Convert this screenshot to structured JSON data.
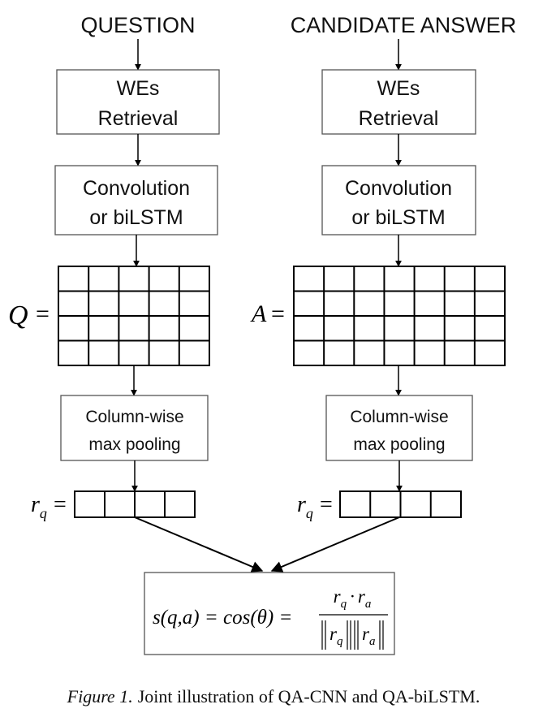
{
  "diagram": {
    "question_header": "QUESTION",
    "answer_header": "CANDIDATE ANSWER",
    "q_branch": {
      "retrieval_line1": "WEs",
      "retrieval_line2": "Retrieval",
      "encoder_line1": "Convolution",
      "encoder_line2": "or biLSTM",
      "matrix_label": "Q",
      "matrix_rows": 4,
      "matrix_cols": 5,
      "pooling_line1": "Column-wise",
      "pooling_line2": "max pooling",
      "vector_label": "r",
      "vector_subscript": "q",
      "vector_cells": 4
    },
    "a_branch": {
      "retrieval_line1": "WEs",
      "retrieval_line2": "Retrieval",
      "encoder_line1": "Convolution",
      "encoder_line2": "or biLSTM",
      "matrix_label": "A",
      "matrix_rows": 4,
      "matrix_cols": 7,
      "pooling_line1": "Column-wise",
      "pooling_line2": "max pooling",
      "vector_label": "r",
      "vector_subscript": "q",
      "vector_cells": 4
    },
    "equals": "=",
    "formula": {
      "lhs": "s(q,a) = cos(θ) =",
      "num_r1": "r",
      "num_sub1": "q",
      "dot": "·",
      "num_r2": "r",
      "num_sub2": "a",
      "den_r1": "r",
      "den_sub1": "q",
      "den_r2": "r",
      "den_sub2": "a"
    }
  },
  "caption": {
    "label": "Figure 1.",
    "text": "Joint illustration of QA-CNN and QA-biLSTM."
  }
}
